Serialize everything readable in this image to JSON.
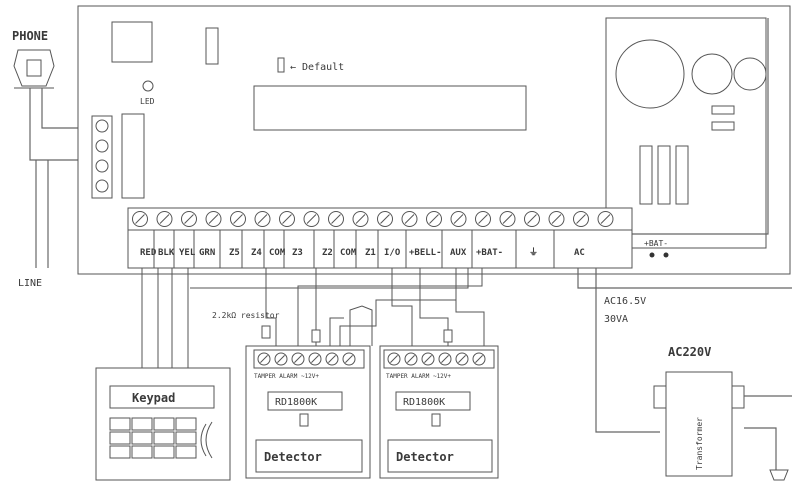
{
  "phone": {
    "label": "PHONE",
    "line_label": "LINE"
  },
  "board": {
    "led_label": "LED",
    "default_label": "← Default",
    "terminals": [
      "RED",
      "BLK",
      "YEL",
      "GRN",
      "Z5",
      "Z4",
      "COM",
      "Z3",
      "Z2",
      "COM",
      "Z1",
      "I/O",
      "+BELL-",
      "AUX",
      "+BAT-",
      "⏚",
      "AC"
    ],
    "bat_label": "+BAT-"
  },
  "power": {
    "ac_out_line1": "AC16.5V",
    "ac_out_line2": "30VA",
    "ac_in": "AC220V",
    "transformer": "Transformer"
  },
  "resistor_label": "2.2kΩ resistor",
  "keypad": {
    "label": "Keypad"
  },
  "detectors": [
    {
      "terminal_label": "TAMPER ALARM ~12V+",
      "model": "RD1800K",
      "name": "Detector"
    },
    {
      "terminal_label": "TAMPER ALARM ~12V+",
      "model": "RD1800K",
      "name": "Detector"
    }
  ]
}
